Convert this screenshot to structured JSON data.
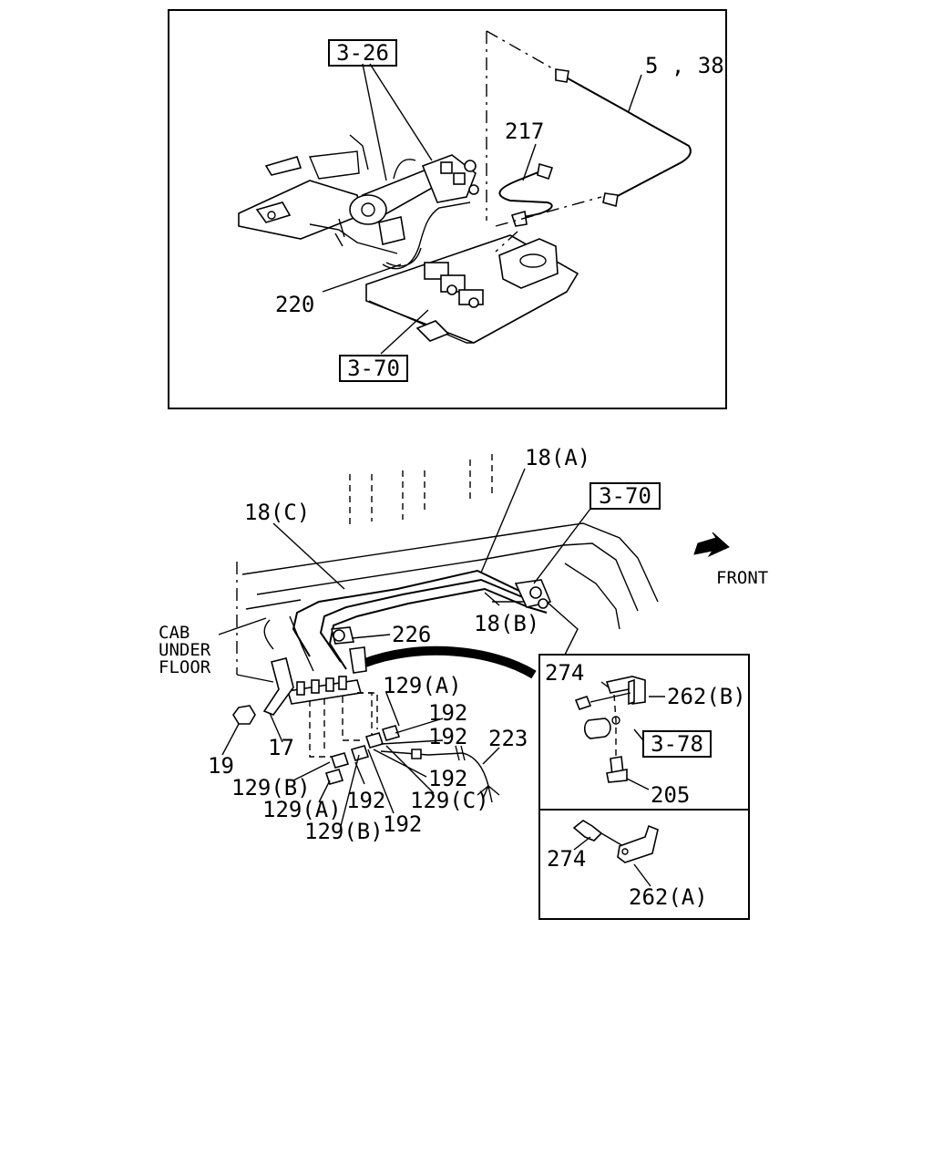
{
  "top_view": {
    "refs": {
      "r1": "3-26",
      "r2": "3-70"
    },
    "labels": {
      "l538": "5 , 38",
      "l217": "217",
      "l220": "220"
    }
  },
  "bottom_view": {
    "refs": {
      "r1": "3-70"
    },
    "labels": {
      "l18a": "18(A)",
      "l18c": "18(C)",
      "l18b": "18(B)",
      "front": "FRONT",
      "cab1": "CAB",
      "cab2": "UNDER",
      "cab3": "FLOOR",
      "l226": "226",
      "l129a1": "129(A)",
      "l192a": "192",
      "l192b": "192",
      "l223": "223",
      "l19": "19",
      "l17": "17",
      "l129b1": "129(B)",
      "l129a2": "129(A)",
      "l129b2": "129(B)",
      "l192c": "192",
      "l192d": "192",
      "l192e": "192",
      "l129c": "129(C)"
    }
  },
  "detail_b": {
    "refs": {
      "r1": "3-78"
    },
    "labels": {
      "l274": "274",
      "l262b": "262(B)",
      "l205": "205"
    }
  },
  "detail_a": {
    "labels": {
      "l274": "274",
      "l262a": "262(A)"
    }
  }
}
